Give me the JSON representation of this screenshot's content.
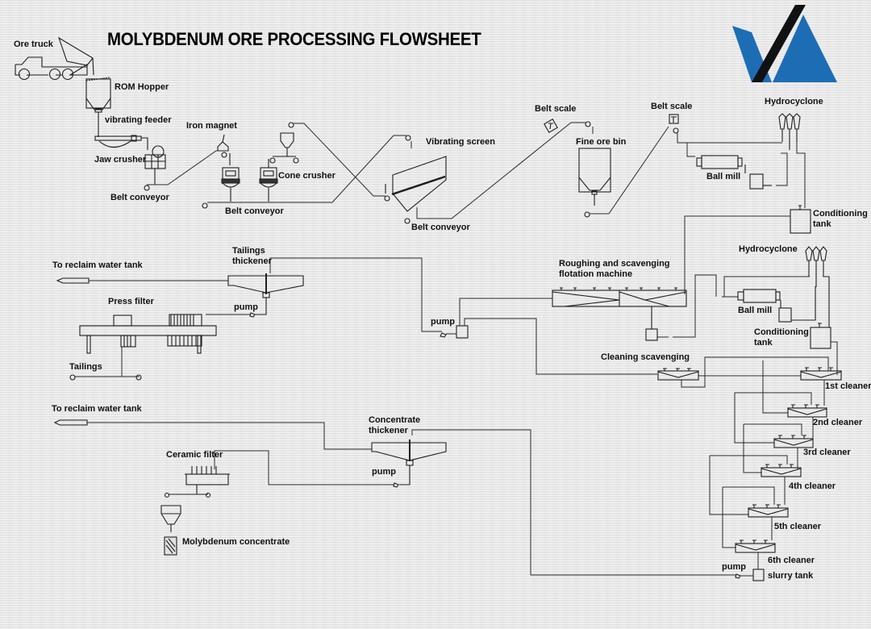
{
  "title": "MOLYBDENUM ORE PROCESSING FLOWSHEET",
  "logo": {
    "name": "company-logo",
    "colors": {
      "blue": "#1d6db5",
      "black": "#111111"
    }
  },
  "labels": {
    "ore_truck": "Ore truck",
    "rom_hopper": "ROM Hopper",
    "vibrating_feeder": "vibrating feeder",
    "jaw_crusher": "Jaw crusher",
    "belt_conveyor_1": "Belt conveyor",
    "iron_magnet": "Iron magnet",
    "cone_crusher": "Cone crusher",
    "belt_conveyor_2": "Belt conveyor",
    "vibrating_screen": "Vibrating screen",
    "belt_conveyor_3": "Belt conveyor",
    "belt_scale_1": "Belt scale",
    "fine_ore_bin": "Fine ore bin",
    "belt_scale_2": "Belt scale",
    "hydrocyclone_1": "Hydrocyclone",
    "ball_mill_1": "Ball mill",
    "conditioning_tank_1": "Conditioning\ntank",
    "reclaim_water_1": "To reclaim water tank",
    "tailings_thickener": "Tailings\nthickener",
    "press_filter": "Press filter",
    "pump_1": "pump",
    "tailings": "Tailings",
    "roughing_flotation": "Roughing and scavenging\nflotation machine",
    "hydrocyclone_2": "Hydrocyclone",
    "ball_mill_2": "Ball mill",
    "conditioning_tank_2": "Conditioning\ntank",
    "pump_2": "pump",
    "cleaning_scavenging": "Cleaning scavenging",
    "cleaner_1": "1st cleaner",
    "cleaner_2": "2nd cleaner",
    "cleaner_3": "3rd cleaner",
    "cleaner_4": "4th cleaner",
    "cleaner_5": "5th cleaner",
    "cleaner_6": "6th cleaner",
    "reclaim_water_2": "To reclaim water tank",
    "concentrate_thickener": "Concentrate\nthickener",
    "ceramic_filter": "Ceramic filter",
    "pump_3": "pump",
    "molybdenum_concentrate": "Molybdenum concentrate",
    "pump_4": "pump",
    "slurry_tank": "slurry tank"
  }
}
